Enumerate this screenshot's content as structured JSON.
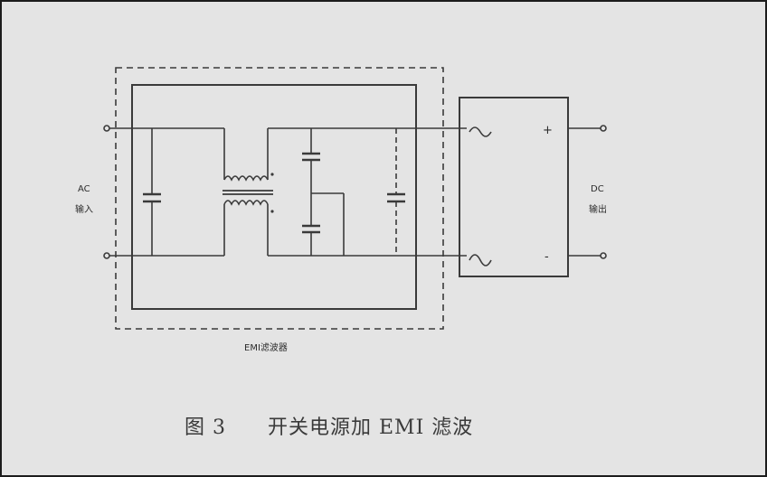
{
  "diagram": {
    "input_label_line1": "AC",
    "input_label_line2": "输入",
    "output_label_line1": "DC",
    "output_label_line2": "输出",
    "filter_label": "EMI滤波器",
    "rectifier_plus": "+",
    "rectifier_minus": "-",
    "caption_figure": "图 3",
    "caption_title": "开关电源加 EMI 滤波"
  },
  "colors": {
    "background": "#e4e4e4",
    "line": "#3a3a3a",
    "frame": "#1c1c1c"
  }
}
